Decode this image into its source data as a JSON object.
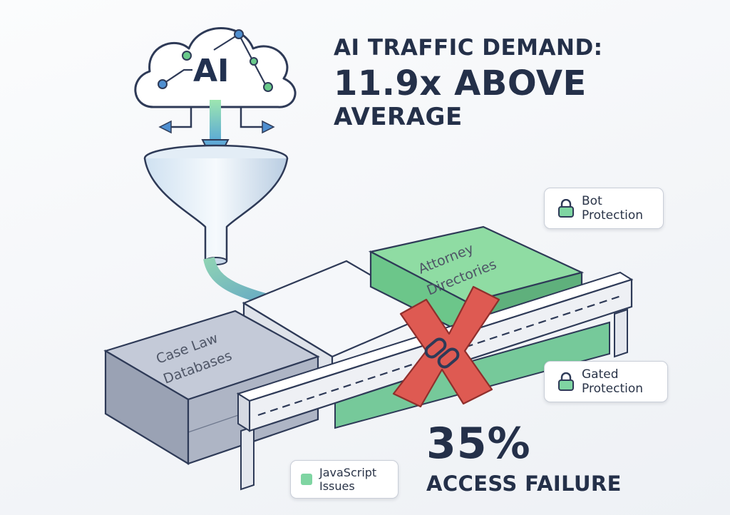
{
  "headline": {
    "line1": "AI TRAFFIC DEMAND:",
    "line2": "11.9x ABOVE",
    "line3": "AVERAGE"
  },
  "cloud": {
    "label": "AI"
  },
  "blocks": {
    "case_law": [
      "Case Law",
      "Databases"
    ],
    "attorney": [
      "Attorney",
      "Directories"
    ]
  },
  "tags": {
    "bot": [
      "Bot",
      "Protection"
    ],
    "gated": [
      "Gated",
      "Protection"
    ],
    "javascript": [
      "JavaScript",
      "Issues"
    ]
  },
  "stat": {
    "value": "35%",
    "label": "ACCESS FAILURE"
  },
  "colors": {
    "navy": "#243049",
    "green": "#7fd5a2",
    "block_gray": "#c2c8d6",
    "blue_arrow": "#4f8fd0",
    "red_x": "#de5a52"
  },
  "icons": [
    "cloud-icon",
    "funnel-icon",
    "padlock-icon",
    "broken-link-icon",
    "cross-mark-icon"
  ]
}
